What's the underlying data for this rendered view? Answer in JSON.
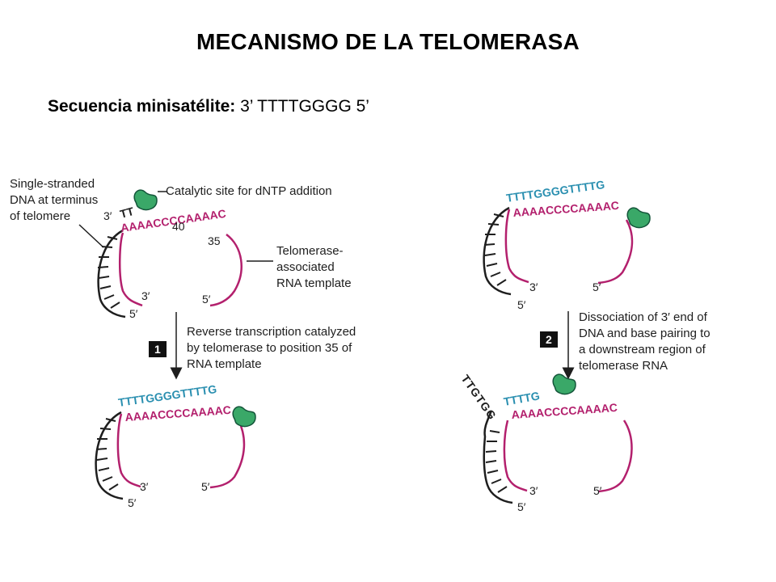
{
  "title": "MECANISMO DE LA TELOMERASA",
  "subtitle": {
    "label": "Secuencia minisatélite:",
    "value": "3’ TTTTGGGG 5’"
  },
  "labels": {
    "ssdna": [
      "Single-stranded",
      "DNA at terminus",
      "of telomere"
    ],
    "catalytic": "Catalytic site for dNTP addition",
    "template": [
      "Telomerase-",
      "associated",
      "RNA template"
    ],
    "step1": [
      "Reverse transcription catalyzed",
      "by telomerase to position 35 of",
      "RNA template"
    ],
    "step2": [
      "Dissociation of 3′ end of",
      "DNA and base pairing to",
      "a downstream region of",
      "telomerase RNA"
    ]
  },
  "steps": [
    "1",
    "2"
  ],
  "ends": {
    "three": "3′",
    "five": "5′"
  },
  "positions": {
    "p40": "40",
    "p35": "35"
  },
  "sequences": {
    "rna_template": "AAAACCCCAAAAC",
    "dna_overhang": "TT",
    "dna_extended": "TTTTGGGGTTTTG",
    "dna_dissociated_loop": "TTGTGG",
    "dna_paired": "TTTTG"
  },
  "colors": {
    "rna": "#b3206d",
    "new_dna": "#2a8fb0",
    "enzyme": "#3aa868",
    "step_box": "#111111"
  }
}
